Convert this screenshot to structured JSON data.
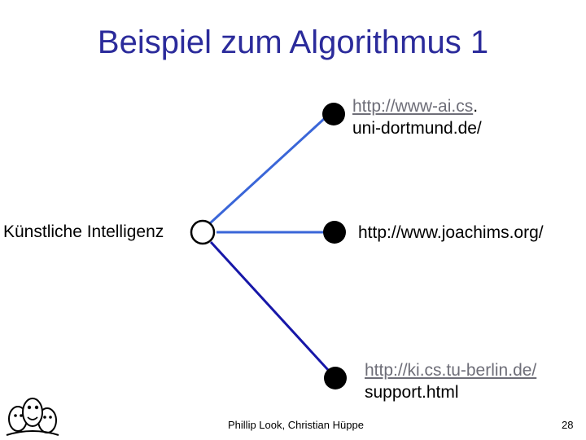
{
  "slide": {
    "title": "Beispiel zum Algorithmus 1",
    "footer_authors": "Phillip Look, Christian Hüppe",
    "page_number": "28"
  },
  "diagram": {
    "center_node": {
      "label": "Künstliche Intelligenz",
      "style": "hollow"
    },
    "leaf_nodes": [
      {
        "link_text": "http://www-ai.cs",
        "text_suffix": ".",
        "second_line": "uni-dortmund.de/",
        "style": "filled"
      },
      {
        "link_text": "",
        "text_suffix": "http://www.joachims.org/",
        "second_line": "",
        "style": "filled"
      },
      {
        "link_text": "http://ki.cs.tu-berlin.de/",
        "text_suffix": "",
        "second_line": "support.html",
        "style": "filled"
      }
    ],
    "edge_colors": [
      "#3a66d8",
      "#3a66d8",
      "#1717a8"
    ]
  },
  "colors": {
    "title": "#2b2b9b",
    "link_text": "#6e6e78",
    "node_fill": "#000000",
    "node_outline": "#000000"
  },
  "logo": {
    "icon": "cartoon-heads-icon"
  }
}
